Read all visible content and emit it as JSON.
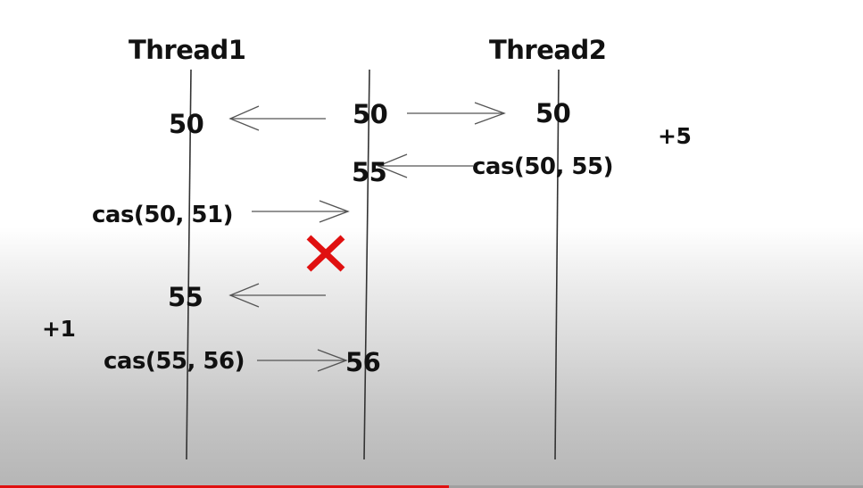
{
  "threads": {
    "thread1": "Thread1",
    "thread2": "Thread2"
  },
  "memory_values": {
    "initial": "50",
    "after_thread2": "55",
    "final": "56"
  },
  "thread1": {
    "read_first": "50",
    "cas_first": "cas(50, 51)",
    "read_second": "55",
    "increment": "+1",
    "cas_second": "cas(55, 56)"
  },
  "thread2": {
    "read": "50",
    "increment": "+5",
    "cas": "cas(50, 55)"
  },
  "colors": {
    "line": "#333333",
    "arrow": "#555555",
    "fail_mark": "#e01010",
    "progress": "#e01010"
  },
  "icons": {
    "fail": "cross-icon"
  },
  "progress": {
    "fraction": 0.52
  }
}
